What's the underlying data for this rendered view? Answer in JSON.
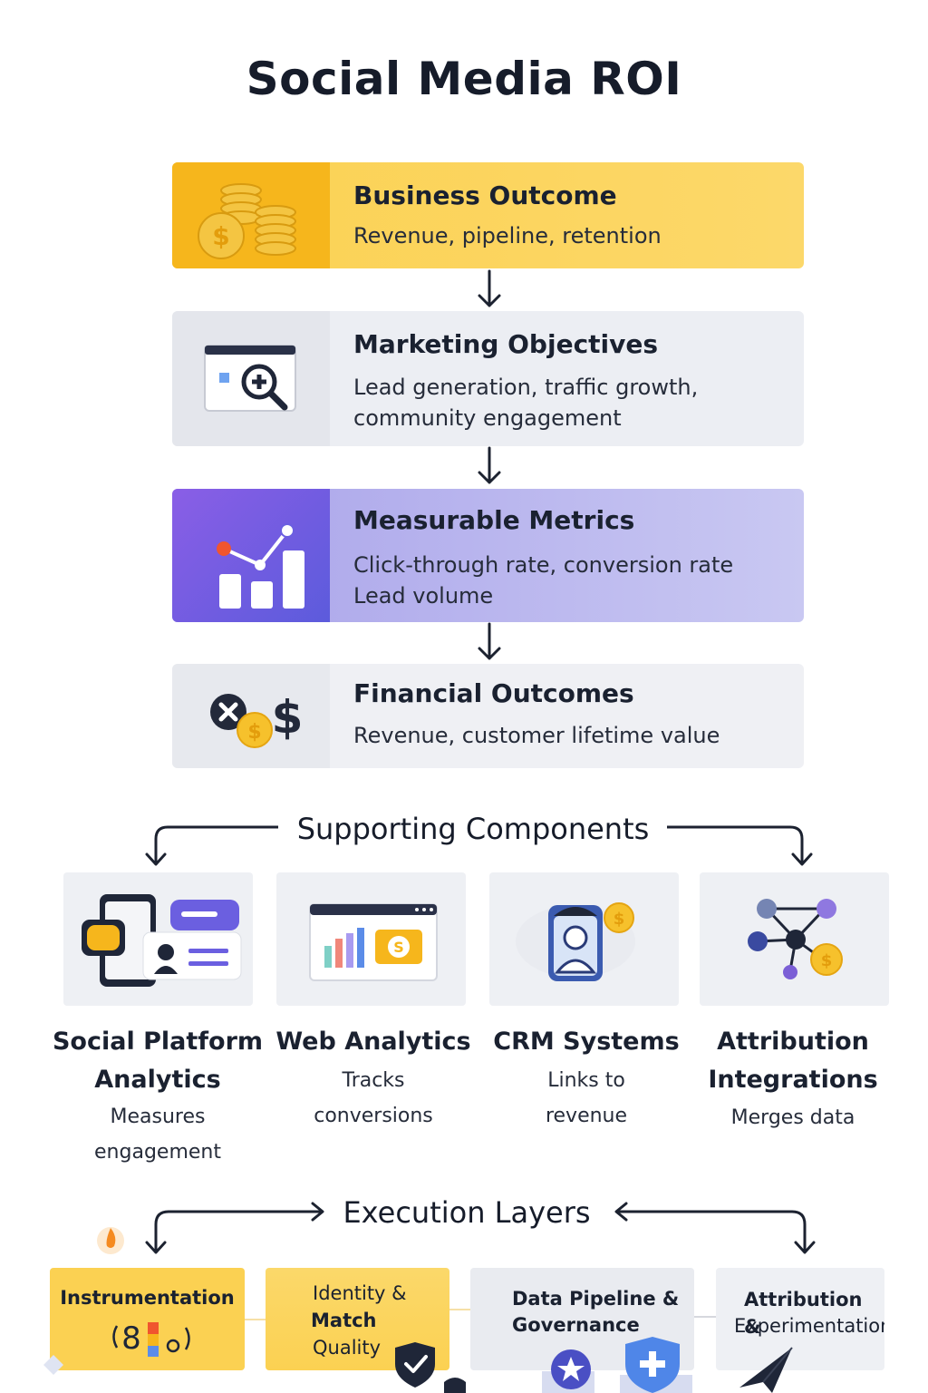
{
  "title": "Social Media ROI",
  "steps": [
    {
      "title": "Business Outcome",
      "desc": "Revenue, pipeline, retention",
      "icon": "coins-icon"
    },
    {
      "title": "Marketing Objectives",
      "desc": "Lead generation, traffic growth,\ncommunity engagement",
      "icon": "browser-search-icon"
    },
    {
      "title": "Measurable Metrics",
      "desc": "Click-through rate, conversion rate\nLead volume",
      "icon": "bar-chart-trend-icon"
    },
    {
      "title": "Financial Outcomes",
      "desc": "Revenue, customer lifetime value",
      "icon": "dollar-coin-icon"
    }
  ],
  "supporting": {
    "heading": "Supporting Components",
    "items": [
      {
        "title_lines": [
          "Social Platform",
          "Analytics"
        ],
        "desc_lines": [
          "Measures",
          "engagement"
        ],
        "icon": "social-phone-chat-icon"
      },
      {
        "title_lines": [
          "Web Analytics"
        ],
        "desc_lines": [
          "Tracks",
          "conversions"
        ],
        "icon": "web-dashboard-icon"
      },
      {
        "title_lines": [
          "CRM Systems"
        ],
        "desc_lines": [
          "Links to",
          "revenue"
        ],
        "icon": "crm-user-icon"
      },
      {
        "title_lines": [
          "Attribution",
          "Integrations"
        ],
        "desc_lines": [
          "Merges data"
        ],
        "icon": "network-nodes-icon"
      }
    ]
  },
  "execution": {
    "heading": "Execution Layers",
    "layers": [
      {
        "lines": [
          "Instrumentation"
        ]
      },
      {
        "lines": [
          "Identity &",
          "Match",
          "Quality"
        ]
      },
      {
        "lines": [
          "Data Pipeline &",
          "Governance"
        ]
      },
      {
        "lines": [
          "Attribution &",
          "Experimentation"
        ]
      }
    ]
  },
  "colors": {
    "gold": "#f6b61c",
    "purple": "#6b5fe0",
    "navy": "#1c2230",
    "card_grey": "#eef0f4"
  }
}
